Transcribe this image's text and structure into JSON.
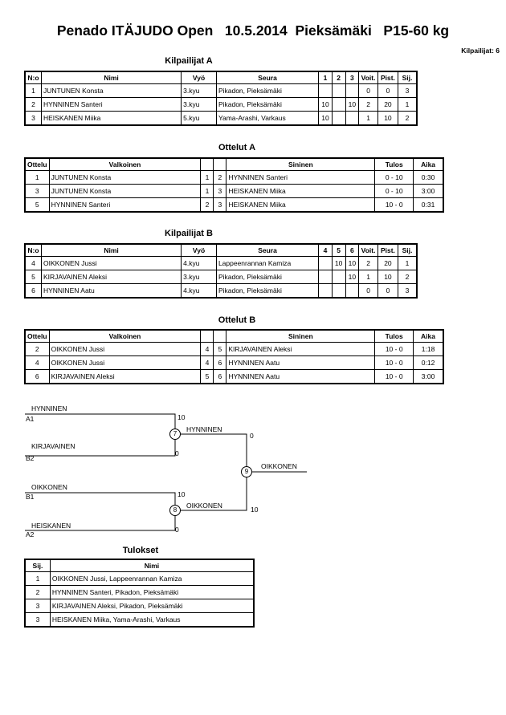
{
  "title": "Penado ITÄJUDO Open   10.5.2014  Pieksämäki   P15-60 kg",
  "competitor_count": "Kilpailijat: 6",
  "pool_a": {
    "heading": "Kilpailijat A",
    "headers": [
      "N:o",
      "Nimi",
      "Vyö",
      "Seura",
      "1",
      "2",
      "3",
      "Voit.",
      "Pist.",
      "Sij."
    ],
    "rows": [
      [
        "1",
        "JUNTUNEN Konsta",
        "3.kyu",
        "Pikadon, Pieksämäki",
        "",
        "",
        "",
        "0",
        "0",
        "3"
      ],
      [
        "2",
        "HYNNINEN Santeri",
        "3.kyu",
        "Pikadon, Pieksämäki",
        "10",
        "",
        "10",
        "2",
        "20",
        "1"
      ],
      [
        "3",
        "HEISKANEN Miika",
        "5.kyu",
        "Yama-Arashi, Varkaus",
        "10",
        "",
        "",
        "1",
        "10",
        "2"
      ]
    ]
  },
  "matches_a": {
    "heading": "Ottelut A",
    "headers": [
      "Ottelu",
      "Valkoinen",
      "",
      "",
      "Sininen",
      "Tulos",
      "Aika"
    ],
    "rows": [
      [
        "1",
        "JUNTUNEN Konsta",
        "1",
        "2",
        "HYNNINEN Santeri",
        "0 - 10",
        "0:30"
      ],
      [
        "3",
        "JUNTUNEN Konsta",
        "1",
        "3",
        "HEISKANEN Miika",
        "0 - 10",
        "3:00"
      ],
      [
        "5",
        "HYNNINEN Santeri",
        "2",
        "3",
        "HEISKANEN Miika",
        "10 - 0",
        "0:31"
      ]
    ]
  },
  "pool_b": {
    "heading": "Kilpailijat B",
    "headers": [
      "N:o",
      "Nimi",
      "Vyö",
      "Seura",
      "4",
      "5",
      "6",
      "Voit.",
      "Pist.",
      "Sij."
    ],
    "rows": [
      [
        "4",
        "OIKKONEN Jussi",
        "4.kyu",
        "Lappeenrannan Kamiza",
        "",
        "10",
        "10",
        "2",
        "20",
        "1"
      ],
      [
        "5",
        "KIRJAVAINEN Aleksi",
        "3.kyu",
        "Pikadon, Pieksämäki",
        "",
        "",
        "10",
        "1",
        "10",
        "2"
      ],
      [
        "6",
        "HYNNINEN Aatu",
        "4.kyu",
        "Pikadon, Pieksämäki",
        "",
        "",
        "",
        "0",
        "0",
        "3"
      ]
    ]
  },
  "matches_b": {
    "heading": "Ottelut B",
    "headers": [
      "Ottelu",
      "Valkoinen",
      "",
      "",
      "Sininen",
      "Tulos",
      "Aika"
    ],
    "rows": [
      [
        "2",
        "OIKKONEN Jussi",
        "4",
        "5",
        "KIRJAVAINEN Aleksi",
        "10 - 0",
        "1:18"
      ],
      [
        "4",
        "OIKKONEN Jussi",
        "4",
        "6",
        "HYNNINEN Aatu",
        "10 - 0",
        "0:12"
      ],
      [
        "6",
        "KIRJAVAINEN Aleksi",
        "5",
        "6",
        "HYNNINEN Aatu",
        "10 - 0",
        "3:00"
      ]
    ]
  },
  "bracket": {
    "top1_name": "HYNNINEN",
    "top1_seed": "A1",
    "top1_score": "10",
    "top2_name": "KIRJAVAINEN",
    "top2_seed": "B2",
    "top2_score": "0",
    "m7": "7",
    "m7_winner": "HYNNINEN",
    "m7_final_score": "0",
    "bot1_name": "OIKKONEN",
    "bot1_seed": "B1",
    "bot1_score": "10",
    "bot2_name": "HEISKANEN",
    "bot2_seed": "A2",
    "bot2_score": "0",
    "m8": "8",
    "m8_winner": "OIKKONEN",
    "m8_final_score": "10",
    "m9": "9",
    "champion": "OIKKONEN"
  },
  "results": {
    "heading": "Tulokset",
    "headers": [
      "Sij.",
      "Nimi"
    ],
    "rows": [
      [
        "1",
        "OIKKONEN Jussi, Lappeenrannan Kamiza"
      ],
      [
        "2",
        "HYNNINEN Santeri, Pikadon, Pieksämäki"
      ],
      [
        "3",
        "KIRJAVAINEN Aleksi, Pikadon, Pieksämäki"
      ],
      [
        "3",
        "HEISKANEN Miika, Yama-Arashi, Varkaus"
      ]
    ]
  }
}
